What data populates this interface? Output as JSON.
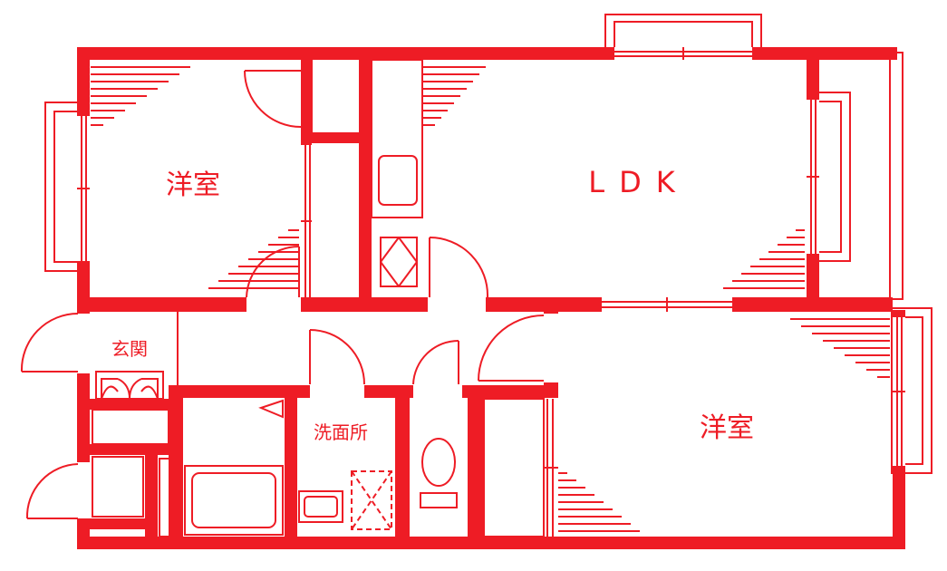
{
  "plan": {
    "wall_color": "#ee1c25",
    "rooms": {
      "western_room_1": "洋室",
      "ldk": "LDK",
      "western_room_2": "洋室",
      "entrance": "玄関",
      "washroom": "洗面所"
    }
  }
}
